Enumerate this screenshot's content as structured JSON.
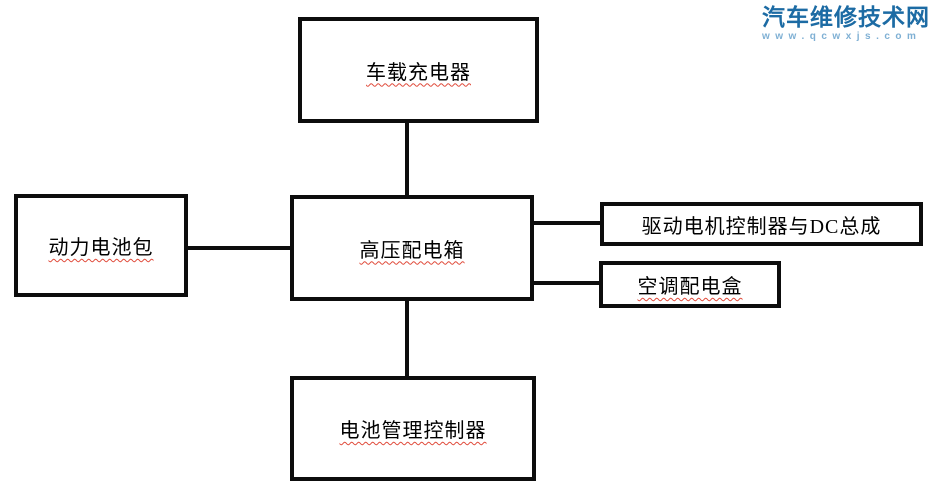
{
  "diagram": {
    "type": "block-diagram",
    "topic": "EV high-voltage system layout",
    "nodes": {
      "charger": {
        "label": "车载充电器",
        "spellcheck_underline": true
      },
      "battery_pack": {
        "label": "动力电池包",
        "spellcheck_underline": true
      },
      "hv_box": {
        "label": "高压配电箱",
        "spellcheck_underline": true
      },
      "motor_ctrl": {
        "label": "驱动电机控制器与DC总成",
        "spellcheck_underline": false
      },
      "ac_box": {
        "label": "空调配电盒",
        "spellcheck_underline": true
      },
      "bms": {
        "label": "电池管理控制器",
        "spellcheck_underline": true
      }
    },
    "edges": [
      {
        "from": "charger",
        "to": "hv_box"
      },
      {
        "from": "battery_pack",
        "to": "hv_box"
      },
      {
        "from": "hv_box",
        "to": "motor_ctrl"
      },
      {
        "from": "hv_box",
        "to": "ac_box"
      },
      {
        "from": "hv_box",
        "to": "bms"
      }
    ]
  },
  "watermark": {
    "title": "汽车维修技术网",
    "subtitle": "www.qcwxjs.com",
    "title_color": "#1c6ba4",
    "subtitle_color": "#7fb0d4"
  },
  "colors": {
    "background": "#ffffff",
    "box_border": "#0d0d0d",
    "text": "#000000",
    "squiggle": "#e04a3a"
  }
}
